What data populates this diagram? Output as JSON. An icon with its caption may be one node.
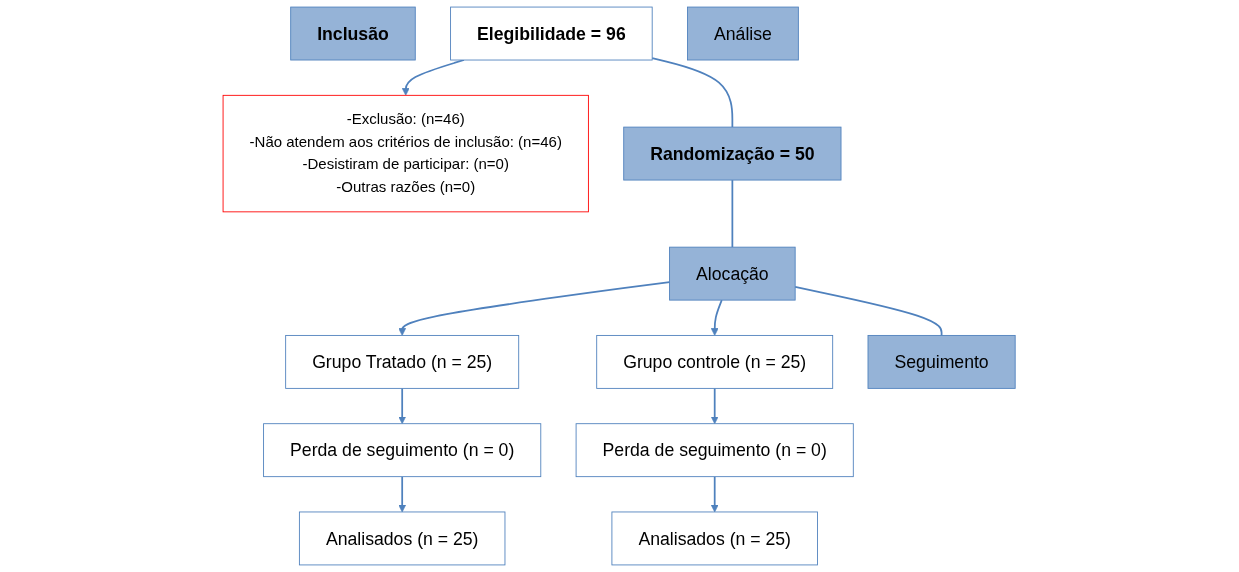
{
  "diagram": {
    "nodes": [
      {
        "text": [
          "Inclusão"
        ]
      },
      {
        "text": [
          "Elegibilidade = 96"
        ]
      },
      {
        "text": [
          "-Exclusão: (n=46)",
          "-Não atendem aos critérios de inclusão: (n=46)",
          "-Desistiram de participar: (n=0)",
          "-Outras razões (n=0)"
        ]
      },
      {
        "text": [
          "Randomização = 50"
        ]
      },
      {
        "text": [
          "Alocação"
        ]
      },
      {
        "text": [
          "Grupo Tratado (n = 25)"
        ]
      },
      {
        "text": [
          "Grupo controle (n = 25)"
        ]
      },
      {
        "text": [
          "Seguimento"
        ]
      },
      {
        "text": [
          "Perda de seguimento (n = 0)"
        ]
      },
      {
        "text": [
          "Perda de seguimento (n = 0)"
        ]
      },
      {
        "text": [
          "Análise"
        ]
      },
      {
        "text": [
          "Analisados (n = 25)"
        ]
      },
      {
        "text": [
          "Analisados (n = 25)"
        ]
      }
    ],
    "edges": [
      {
        "from": 1,
        "to": 3,
        "arrow": "none"
      },
      {
        "from": 1,
        "to": 2,
        "arrow": "to"
      },
      {
        "from": 3,
        "to": 4,
        "arrow": "none"
      },
      {
        "from": 4,
        "to": 5,
        "arrow": "to"
      },
      {
        "from": 4,
        "to": 6,
        "arrow": "to"
      },
      {
        "from": 4,
        "to": 7,
        "arrow": "none"
      },
      {
        "from": 5,
        "to": 8,
        "arrow": "to"
      },
      {
        "from": 8,
        "to": 11,
        "arrow": "to"
      },
      {
        "from": 6,
        "to": 9,
        "arrow": "to"
      },
      {
        "from": 9,
        "to": 12,
        "arrow": "to"
      }
    ]
  }
}
